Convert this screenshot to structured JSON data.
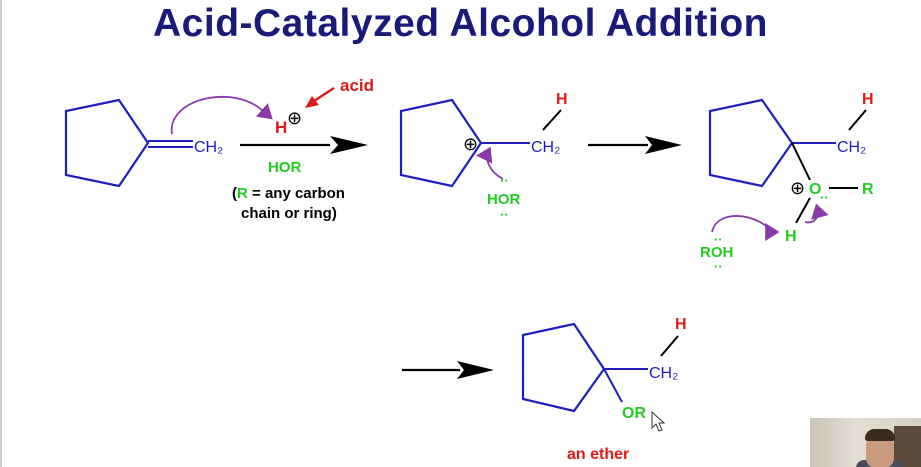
{
  "title": "Acid-Catalyzed Alcohol Addition",
  "colors": {
    "title": "#1a1a7a",
    "ring": "#1f1fbf",
    "hydrogen": "#e01818",
    "alcohol": "#22cc22",
    "arrow_pushing": "#8a3aa8",
    "reaction_arrow": "#000000"
  },
  "step1": {
    "ch2": "CH₂",
    "h": "H",
    "plus": "⊕",
    "acid_label": "acid"
  },
  "reaction_arrow_1": {
    "reagent": "HOR",
    "note_paren_open": "(",
    "note_r": "R",
    "note_rest_line1": " = any carbon",
    "note_line2": "chain or ring)"
  },
  "step2": {
    "h": "H",
    "ch2": "CH₂",
    "plus": "⊕",
    "hor": "HOR",
    "lone_pair": "··"
  },
  "step3": {
    "h": "H",
    "ch2": "CH₂",
    "plus": "⊕",
    "o": "O",
    "r": "R",
    "oh_h": "H",
    "roh": "ROH",
    "lone_pair": "··"
  },
  "step4": {
    "h": "H",
    "ch2": "CH₂",
    "or": "OR",
    "caption": "an ether"
  }
}
